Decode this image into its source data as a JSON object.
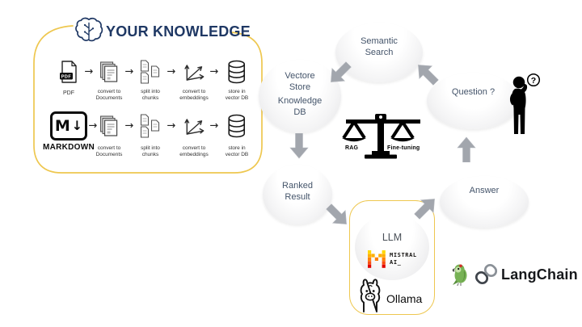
{
  "knowledge_box": {
    "title": "YOUR KNOWLEDGE",
    "arrow_glyph": "→",
    "pdf_icon_label": "PDF",
    "markdown_icon": {
      "letter": "M",
      "arrow": "↓"
    },
    "pipelines": [
      {
        "source": "PDF",
        "steps": [
          {
            "label": "convert to\nDocuments"
          },
          {
            "label": "split into\nchunks"
          },
          {
            "label": "convert to\nembeddings"
          },
          {
            "label": "store in\nvector DB"
          }
        ]
      },
      {
        "source": "MARKDOWN",
        "steps": [
          {
            "label": "convert to\nDocuments"
          },
          {
            "label": "split into\nchunks"
          },
          {
            "label": "convert to\nembeddings"
          },
          {
            "label": "store in\nvector DB"
          }
        ]
      }
    ]
  },
  "flow": {
    "semantic_search": "Semantic\nSearch",
    "vector_store": "Vectore\nStore",
    "knowledge_db": "Knowledge\nDB",
    "question": "Question ?",
    "ranked_result": "Ranked\nResult",
    "answer": "Answer"
  },
  "balance": {
    "left_label": "RAG",
    "right_label": "Fine-tuning"
  },
  "person": {
    "bubble_glyph": "?"
  },
  "llm_box": {
    "title": "LLM",
    "mistral_wordmark": "MISTRAL\nAI_",
    "ollama_label": "Ollama"
  },
  "langchain": {
    "label": "LangChain"
  },
  "colors": {
    "accent_yellow": "#EEC74F",
    "navy": "#1F3864",
    "node_text": "#44546A",
    "arrow_gray": "#A2A6AD",
    "mistral_palette": [
      "#FFD800",
      "#FFAF00",
      "#FF8205",
      "#FA500F",
      "#E10500"
    ]
  }
}
